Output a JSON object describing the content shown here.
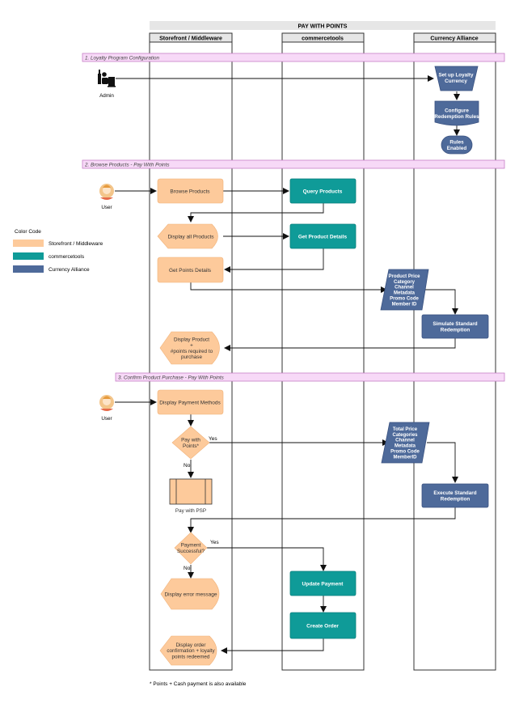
{
  "title": "PAY WITH POINTS",
  "lanes": {
    "storefront": "Storefront / Middleware",
    "commercetools": "commercetools",
    "alliance": "Currency Alliance"
  },
  "sections": {
    "s1": "1. Loyalty Program Configuration",
    "s2": "2. Browse Products - Pay With Points",
    "s3": "3. Confirm Product Purchase - Pay With Points"
  },
  "actors": {
    "admin": "Admin",
    "user1": "User",
    "user2": "User"
  },
  "legend": {
    "title": "Color Code",
    "items": [
      {
        "label": "Storefront / Middleware",
        "color": "#fdca9b"
      },
      {
        "label": "commercetools",
        "color": "#0f9b98"
      },
      {
        "label": "Currency Alliance",
        "color": "#4e6a9a"
      }
    ]
  },
  "nodes": {
    "setup_currency": [
      "Set up Loyalty",
      "Currency"
    ],
    "config_rules": [
      "Configure",
      "Redemption Rules"
    ],
    "rules_enabled": [
      "Rules",
      "Enabled"
    ],
    "browse_products": [
      "Browse Products"
    ],
    "query_products": [
      "Query Products"
    ],
    "display_all": [
      "Display all Products"
    ],
    "get_details": [
      "Get Product Details"
    ],
    "get_points": [
      "Get Points Details"
    ],
    "data1": [
      "Product Price",
      "Category",
      "Channel",
      "Metadata",
      "Promo Code",
      "Member ID"
    ],
    "simulate": [
      "Simulate Standard",
      "Redemption"
    ],
    "display_product": [
      "Display Product",
      "+",
      "#points required to",
      "purchase"
    ],
    "display_payment": [
      "Display Payment Methods"
    ],
    "pay_points": [
      "Pay with",
      "Points*"
    ],
    "data2": [
      "Total Price",
      "Categories",
      "Channel",
      "Metadata",
      "Promo Code",
      "MemberID"
    ],
    "execute": [
      "Execute Standard",
      "Redemption"
    ],
    "pay_psp": [
      "Pay with PSP"
    ],
    "payment_ok": [
      "Payment",
      "Successful?"
    ],
    "update_payment": [
      "Update Payment"
    ],
    "create_order": [
      "Create Order"
    ],
    "display_error": [
      "Display error message"
    ],
    "display_confirm": [
      "Display order",
      "confirmation + loyalty",
      "points redeemed"
    ]
  },
  "edge_labels": {
    "yes1": "Yes",
    "no1": "No",
    "yes2": "Yes",
    "no2": "No"
  },
  "footnote": "* Points + Cash payment is also available",
  "colors": {
    "storefront": "#fdca9b",
    "commercetools": "#0f9b98",
    "alliance": "#4e6a9a",
    "section_bg": "#f7d9f7",
    "section_border": "#c77fc7",
    "header_bg": "#e6e6e6"
  }
}
